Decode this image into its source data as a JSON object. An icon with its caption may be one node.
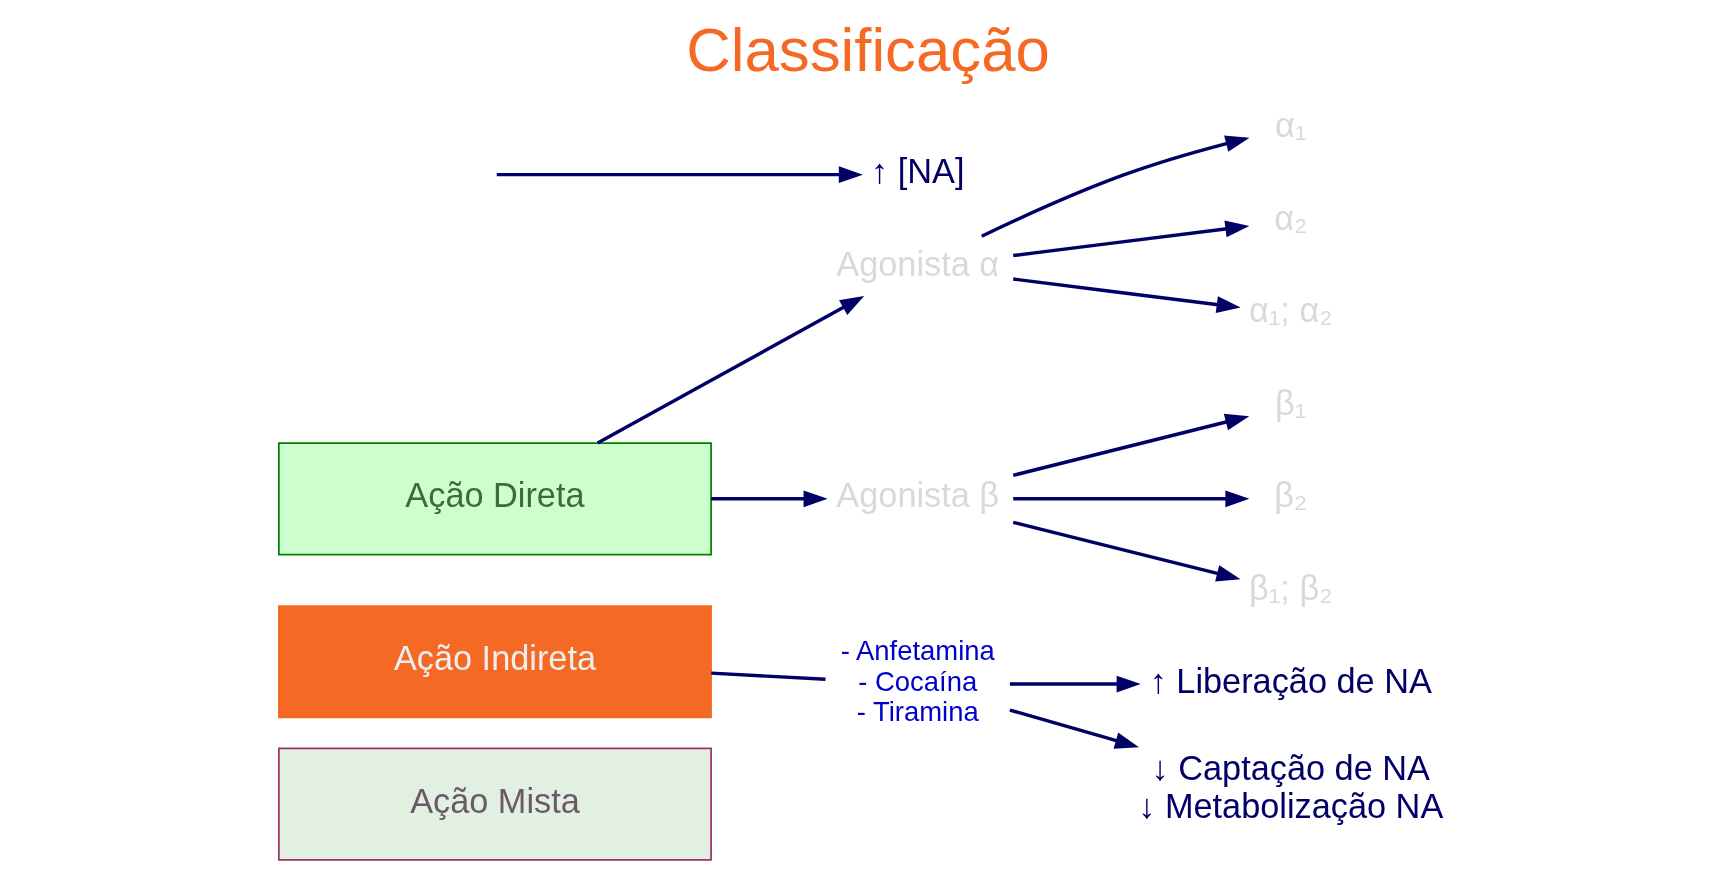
{
  "diagram": {
    "title": "Classificação",
    "nodes": [
      {
        "text": [
          "Ação Direta"
        ]
      },
      {
        "text": [
          "Agonista α"
        ]
      },
      {
        "text": [
          "α₁"
        ]
      },
      {
        "text": [
          "α₂"
        ]
      },
      {
        "text": [
          "α₁; α₂"
        ]
      },
      {
        "text": [
          "Agonista β"
        ]
      },
      {
        "text": [
          "β₁"
        ]
      },
      {
        "text": [
          "β₂"
        ]
      },
      {
        "text": [
          "β₁; β₂"
        ]
      },
      {
        "text": [
          "Ação Indireta"
        ]
      },
      {
        "text": [
          "- Anfetamina",
          "- Cocaína",
          "- Tiramina"
        ]
      },
      {
        "text": [
          "↑ Liberação de NA"
        ]
      },
      {
        "text": [
          "↓ Captação de NA",
          "↓ Metabolização NA"
        ]
      },
      {
        "text": [
          "↑ [NA]"
        ]
      },
      {
        "text": [
          "Ação Mista"
        ]
      }
    ],
    "edges": [
      {
        "from": 0,
        "to": 1,
        "arrow": "to"
      },
      {
        "from": 0,
        "to": 5,
        "arrow": "to"
      },
      {
        "from": 1,
        "to": 2,
        "arrow": "to"
      },
      {
        "from": 1,
        "to": 3,
        "arrow": "to"
      },
      {
        "from": 1,
        "to": 4,
        "arrow": "to"
      },
      {
        "from": 5,
        "to": 6,
        "arrow": "to"
      },
      {
        "from": 5,
        "to": 7,
        "arrow": "to"
      },
      {
        "from": 5,
        "to": 8,
        "arrow": "to"
      },
      {
        "from": 9,
        "to": 10,
        "arrow": "none"
      },
      {
        "from": 10,
        "to": 11,
        "arrow": "to"
      },
      {
        "from": 10,
        "to": 12,
        "arrow": "to"
      },
      {
        "from": null,
        "to": 13,
        "arrow": "to"
      }
    ]
  }
}
